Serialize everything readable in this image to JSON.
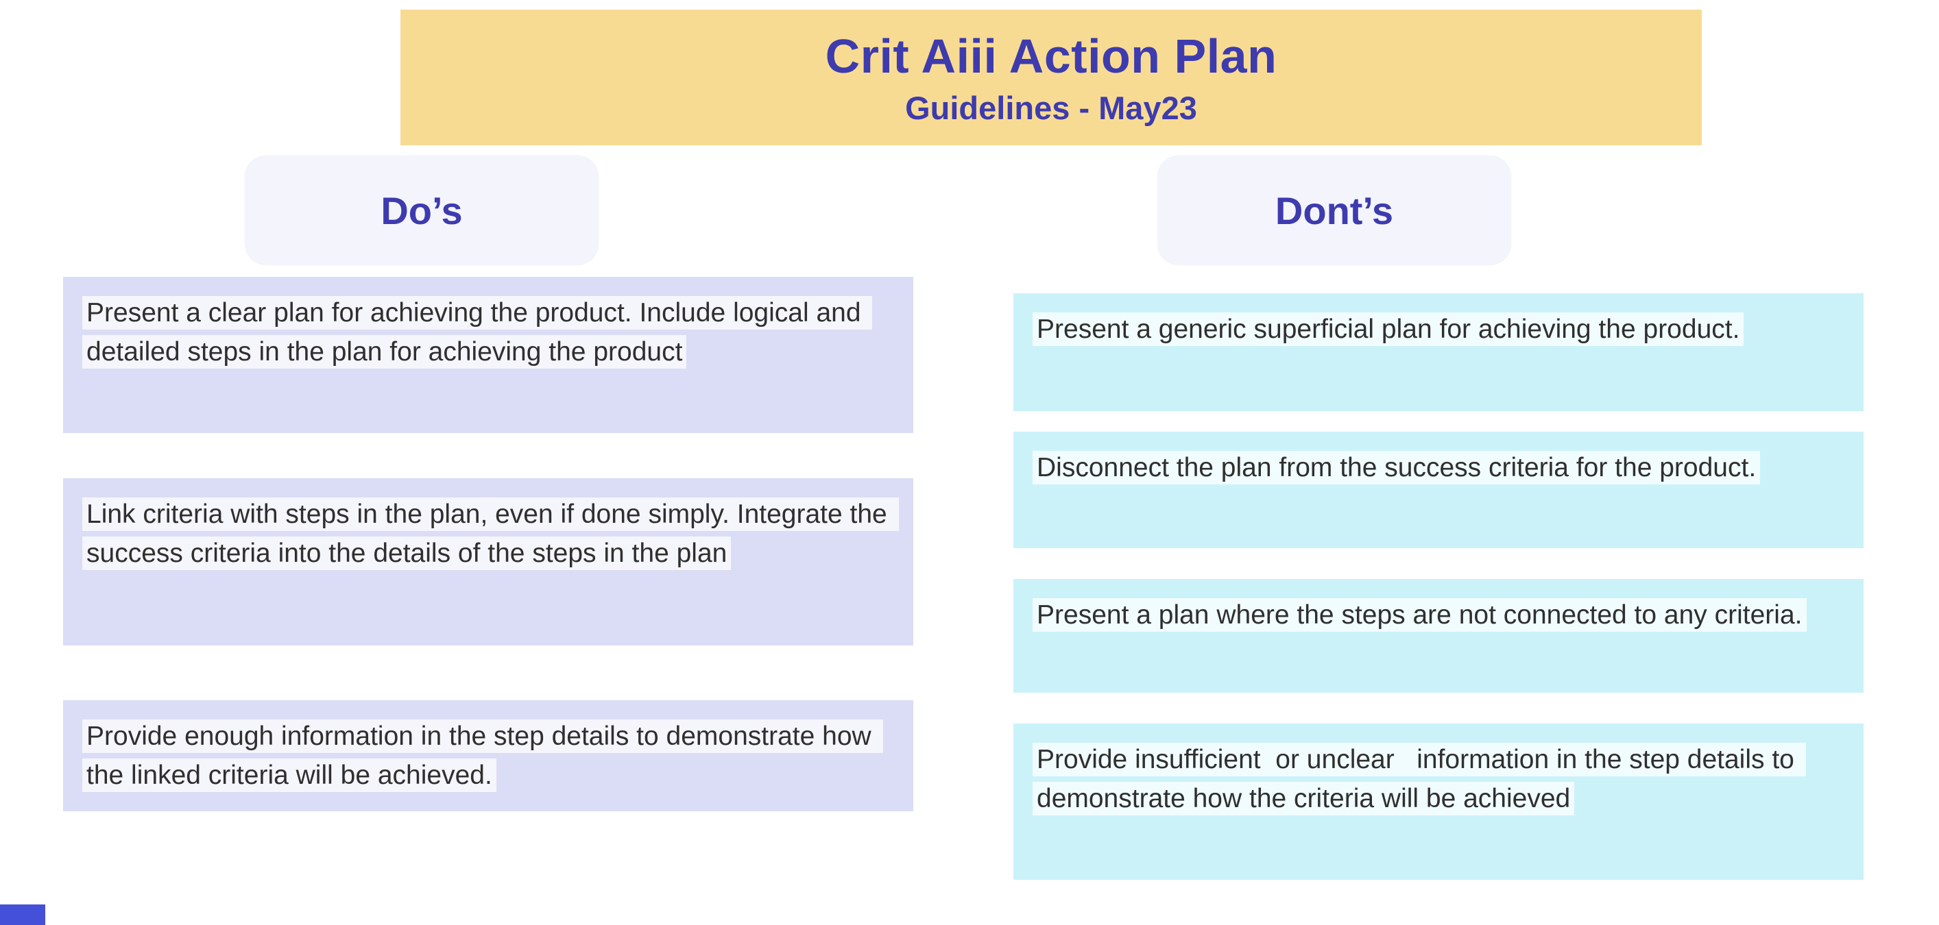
{
  "banner": {
    "title": "Crit Aiii Action Plan",
    "subtitle": "Guidelines - May23"
  },
  "dos": {
    "label": "Do’s",
    "cards": [
      {
        "text": "Present a clear plan for achieving the product. Include logical and detailed steps in the plan for achieving the product"
      },
      {
        "text": "Link criteria with steps in the plan, even if done simply. Integrate the success criteria into the details of the steps in the plan"
      },
      {
        "text": "Provide enough information in the step details to demonstrate how the linked criteria will be achieved."
      }
    ]
  },
  "donts": {
    "label": "Dont’s",
    "cards": [
      {
        "text": "Present a generic superficial plan for achieving the product."
      },
      {
        "text": "Disconnect the plan from the success criteria for the product."
      },
      {
        "text": "Present a plan where the steps are not connected to any criteria."
      },
      {
        "text": "Provide insufficient  or unclear   information in the step details to demonstrate how the criteria will be achieved"
      }
    ]
  },
  "colors": {
    "banner_bg": "#F8DB93",
    "heading_text": "#3D3BAE",
    "dos_card_bg": "#DBDCF5",
    "donts_card_bg": "#CBF2F9",
    "label_pill_bg": "#F4F4FC",
    "body_text": "#2F2F2F",
    "text_highlight": "#FFFFFF",
    "corner_accent": "#4450D8"
  }
}
